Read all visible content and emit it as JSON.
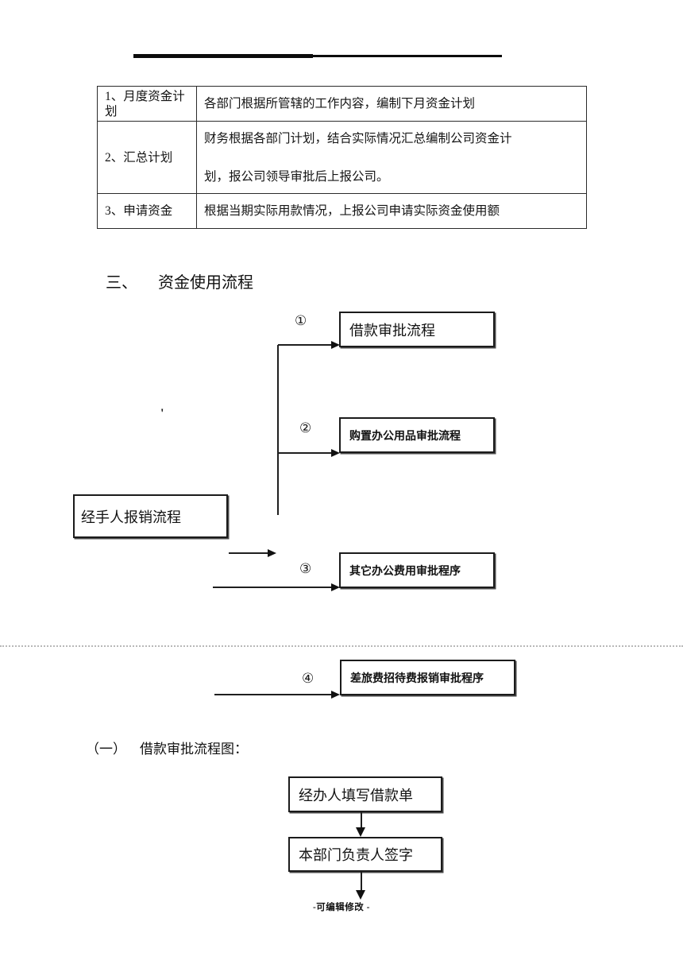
{
  "colors": {
    "ink": "#151515",
    "line": "#1f1f1f",
    "dotted_rule": "#b8b8b8"
  },
  "plan_table": {
    "rows": [
      {
        "label": "1、月度资金计划",
        "desc": "各部门根据所管辖的工作内容，编制下月资金计划"
      },
      {
        "label": "2、汇总计划",
        "desc_line1": "财务根据各部门计划，结合实际情况汇总编制公司资金计",
        "desc_line2": "划，报公司领导审批后上报公司。"
      },
      {
        "label": "3、申请资金",
        "desc": "根据当期实际用款情况，上报公司申请实际资金使用额"
      }
    ]
  },
  "section_heading": {
    "number": "三、",
    "title": "资金使用流程"
  },
  "usage_flow": {
    "source_box_label": "经手人报销流程",
    "stray_mark": "'",
    "branches": [
      {
        "num": "①",
        "label": "借款审批流程"
      },
      {
        "num": "②",
        "label": "购置办公用品审批流程"
      },
      {
        "num": "③",
        "label": "其它办公费用审批程序"
      },
      {
        "num": "④",
        "label": "差旅费招待费报销审批程序"
      }
    ]
  },
  "subsection_heading": {
    "number": "（一）",
    "title": "借款审批流程图："
  },
  "loan_flow": {
    "steps": [
      {
        "label": "经办人填写借款单"
      },
      {
        "label": "本部门负责人签字"
      }
    ]
  },
  "footer": {
    "note": "-可编辑修改 -"
  }
}
